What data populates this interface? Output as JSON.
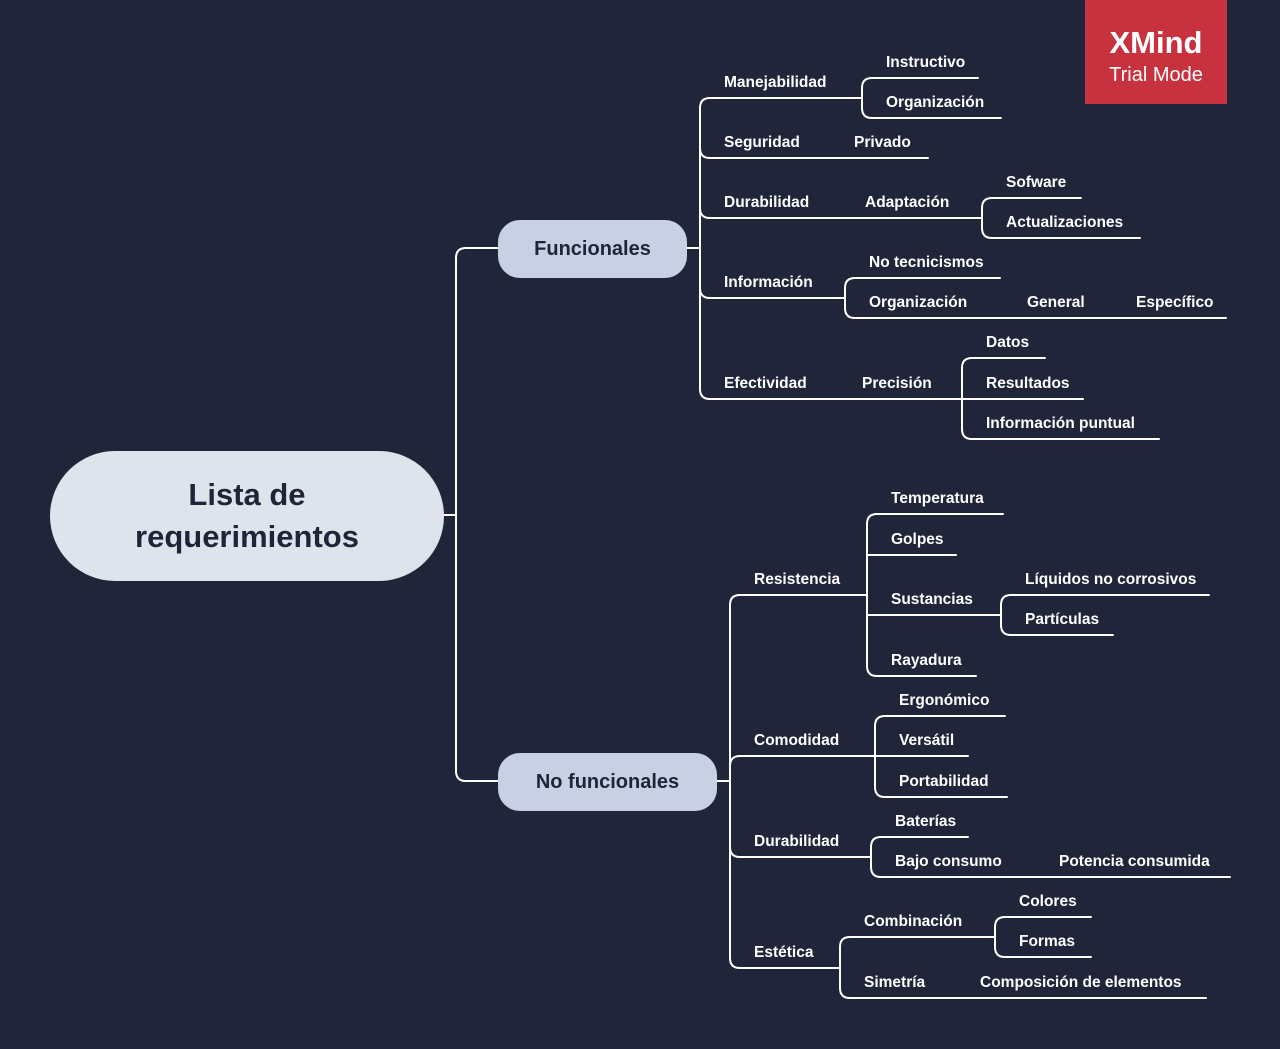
{
  "root": {
    "line1": "Lista de",
    "line2": "requerimientos"
  },
  "watermark": {
    "title": "XMind",
    "subtitle": "Trial Mode"
  },
  "colors": {
    "background": "#21253a",
    "root_fill": "#dfe3ec",
    "main_fill": "#c7d1e3",
    "line": "#ffffff",
    "watermark": "#c8323f"
  },
  "funcionales": {
    "label": "Funcionales",
    "manejabilidad": {
      "label": "Manejabilidad",
      "instructivo": "Instructivo",
      "organizacion": "Organización"
    },
    "seguridad": {
      "label": "Seguridad",
      "privado": "Privado"
    },
    "durabilidad": {
      "label": "Durabilidad",
      "adaptacion": "Adaptación",
      "sofware": "Sofware",
      "actualizaciones": "Actualizaciones"
    },
    "informacion": {
      "label": "Información",
      "no_tecnicismos": "No tecnicismos",
      "organizacion": "Organización",
      "general": "General",
      "especifico": "Específico"
    },
    "efectividad": {
      "label": "Efectividad",
      "precision": "Precisión",
      "datos": "Datos",
      "resultados": "Resultados",
      "informacion_puntual": "Información puntual"
    }
  },
  "no_funcionales": {
    "label": "No funcionales",
    "resistencia": {
      "label": "Resistencia",
      "temperatura": "Temperatura",
      "golpes": "Golpes",
      "sustancias": "Sustancias",
      "liquidos": "Líquidos no corrosivos",
      "particulas": "Partículas",
      "rayadura": "Rayadura"
    },
    "comodidad": {
      "label": "Comodidad",
      "ergonomico": "Ergonómico",
      "versatil": "Versátil",
      "portabilidad": "Portabilidad"
    },
    "durabilidad": {
      "label": "Durabilidad",
      "baterias": "Baterías",
      "bajo_consumo": "Bajo consumo",
      "potencia": "Potencia consumida"
    },
    "estetica": {
      "label": "Estética",
      "combinacion": "Combinación",
      "colores": "Colores",
      "formas": "Formas",
      "simetria": "Simetría",
      "composicion": "Composición de elementos"
    }
  }
}
